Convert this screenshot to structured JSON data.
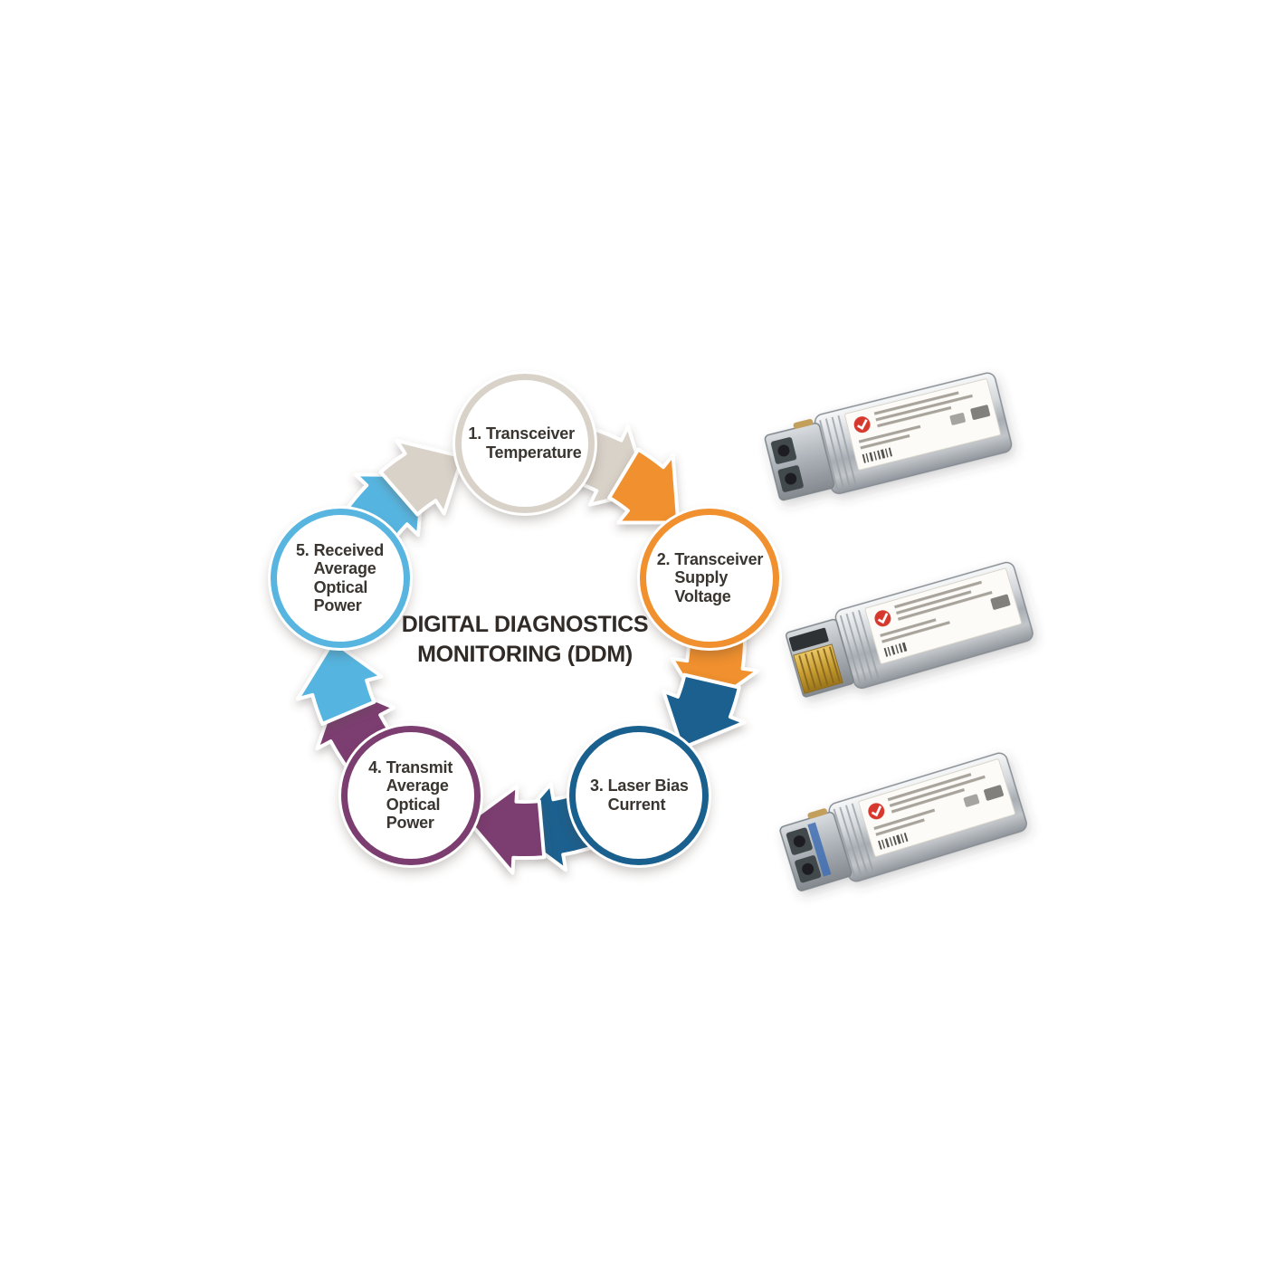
{
  "title": "DIGITAL DIAGNOSTICS\nMONITORING (DDM)",
  "cycle": {
    "direction": "clockwise",
    "nodes": [
      {
        "num": "1.",
        "text": "Transceiver\nTemperature",
        "color": "#d9d2c9"
      },
      {
        "num": "2.",
        "text": "Transceiver\nSupply\nVoltage",
        "color": "#f0902e"
      },
      {
        "num": "3.",
        "text": "Laser Bias\nCurrent",
        "color": "#1a608f"
      },
      {
        "num": "4.",
        "text": "Transmit\nAverage\nOptical\nPower",
        "color": "#7c3e71"
      },
      {
        "num": "5.",
        "text": "Received\nAverage\nOptical\nPower",
        "color": "#57b5e0"
      }
    ]
  },
  "images": [
    {
      "name": "sfp-fiber-transceiver-photo-top"
    },
    {
      "name": "sfp-copper-rj45-transceiver-photo-middle"
    },
    {
      "name": "sfp-fiber-transceiver-photo-bottom"
    }
  ],
  "colors": {
    "background": "#ffffff",
    "title_text": "#312b28",
    "node_text": "#3a3530"
  }
}
